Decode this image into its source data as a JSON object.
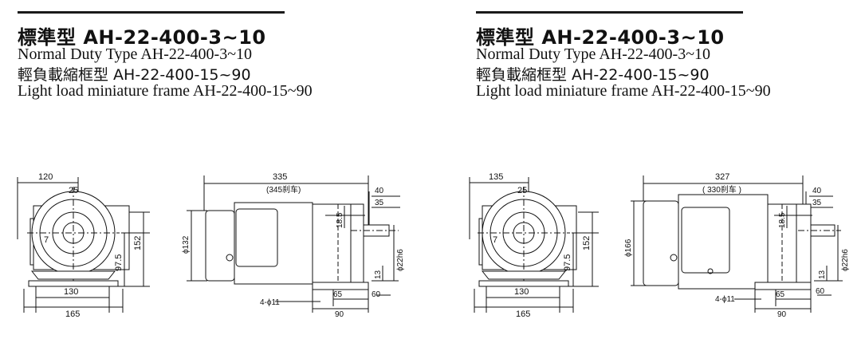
{
  "panels": [
    {
      "title": "標準型 AH-22-400-3~10",
      "line2": "Normal Duty Type   AH-22-400-3~10",
      "line3": "輕負載縮框型  AH-22-400-15~90",
      "line4": "Light load miniature frame AH-22-400-15~90",
      "front_view": {
        "dim_120": "120",
        "dim_25": "25",
        "dim_7": "7",
        "dim_97_5": "97.5",
        "dim_152": "152",
        "dim_130": "130",
        "dim_165": "165"
      },
      "side_view": {
        "dim_335": "335",
        "dim_345": "(345刹车)",
        "dim_40": "40",
        "dim_35": "35",
        "dim_18_5": "18.5",
        "dim_phi132": "ϕ132",
        "dim_phi22h6": "ϕ22h6",
        "dim_13": "13",
        "dim_4phi11": "4-ϕ11",
        "dim_65": "65",
        "dim_60": "60",
        "dim_90": "90"
      }
    },
    {
      "title": "標準型 AH-22-400-3~10",
      "line2": "Normal Duty Type   AH-22-400-3~10",
      "line3": "輕負載縮框型  AH-22-400-15~90",
      "line4": "Light load miniature frame AH-22-400-15~90",
      "front_view": {
        "dim_120": "135",
        "dim_25": "25",
        "dim_7": "7",
        "dim_97_5": "97.5",
        "dim_152": "152",
        "dim_130": "130",
        "dim_165": "165"
      },
      "side_view": {
        "dim_335": "327",
        "dim_345": "( 330刹车 )",
        "dim_40": "40",
        "dim_35": "35",
        "dim_18_5": "18.5",
        "dim_phi132": "ϕ166",
        "dim_phi22h6": "ϕ22h6",
        "dim_13": "13",
        "dim_4phi11": "4-ϕ11",
        "dim_65": "65",
        "dim_60": "60",
        "dim_90": "90"
      }
    }
  ]
}
